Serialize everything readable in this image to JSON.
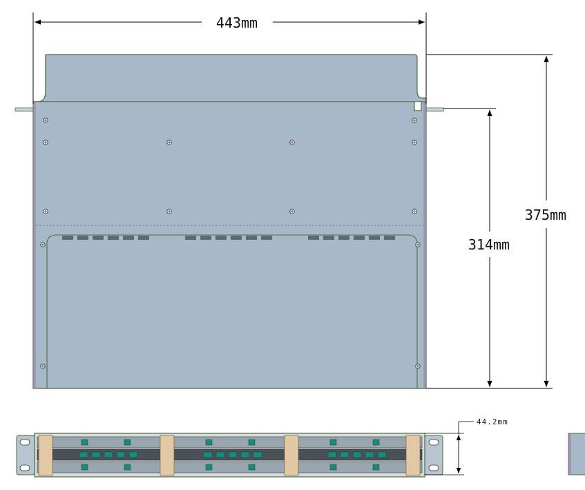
{
  "dimensions": {
    "width_label": "443mm",
    "depth_label": "375mm",
    "inner_depth_label": "314mm",
    "height_label": "44.2mm"
  },
  "colors": {
    "panel": "#a7b8c9",
    "panel_edge": "#4d6b3a",
    "dimension_line": "#000000",
    "front_bezel": "#7a8a8c",
    "port": "#1a8a7a"
  }
}
